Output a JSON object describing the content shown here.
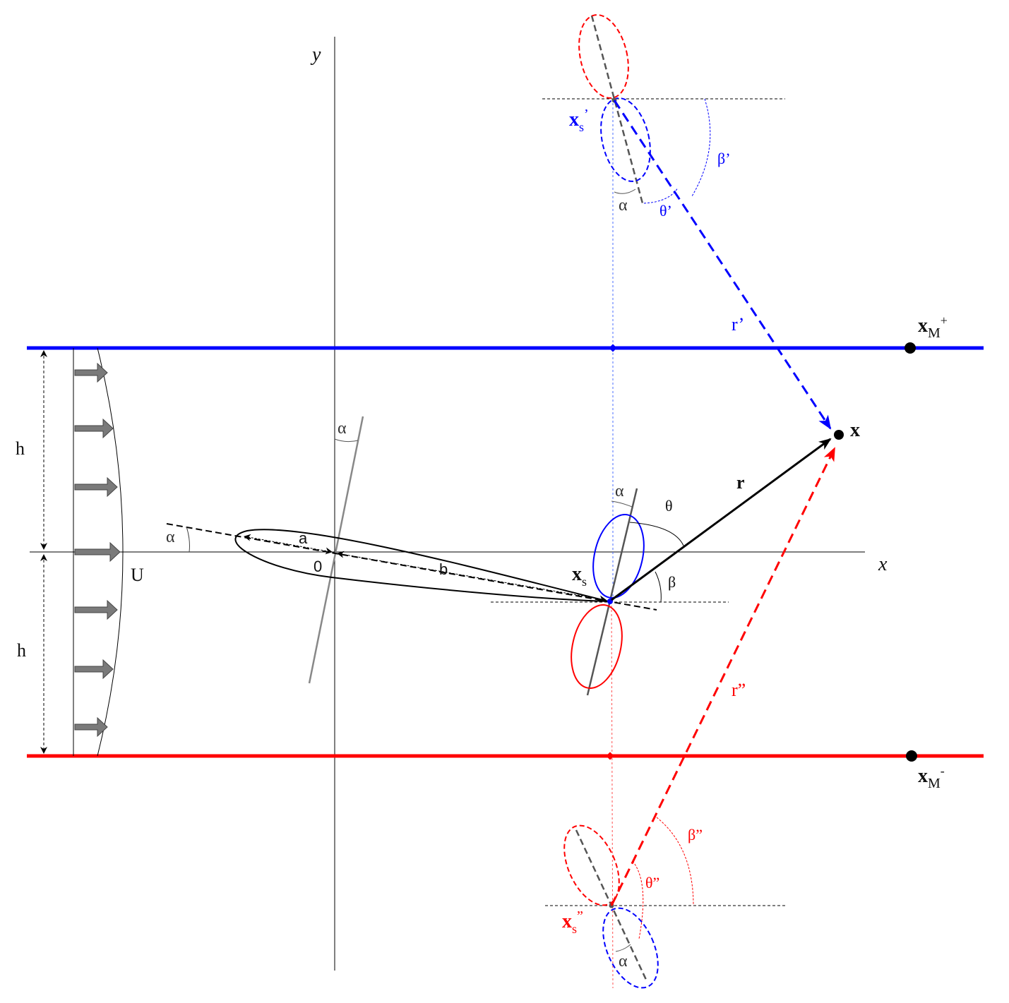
{
  "labels": {
    "y_axis": "y",
    "x_axis": "x",
    "h_upper": "h",
    "h_lower": "h",
    "flow_speed": "U",
    "origin": "0",
    "semi_a": "a",
    "semi_b": "b",
    "alpha_axis": "α",
    "alpha_wing": "α",
    "alpha_source": "α",
    "alpha_image_upper": "α",
    "alpha_image_lower": "α",
    "theta": "θ",
    "beta": "β",
    "theta_prime": "θ’",
    "beta_prime": "β’",
    "theta_dprime": "θ”",
    "beta_dprime": "β”",
    "r": "r",
    "r_prime": "r’",
    "r_dprime": "r”",
    "observer": "x",
    "source_main": "x",
    "source_main_sub": "s",
    "source_upper": "x",
    "source_upper_sub": "s",
    "source_upper_mark": "’",
    "source_lower": "x",
    "source_lower_sub": "s",
    "source_lower_mark": "”",
    "mic_upper": "x",
    "mic_upper_sub": "M",
    "mic_upper_sign": "+",
    "mic_lower": "x",
    "mic_lower_sub": "M",
    "mic_lower_sign": "-"
  },
  "colors": {
    "upper_wall": "#0000ff",
    "lower_wall": "#ff0000",
    "ink": "#000000",
    "gray": "#777777",
    "arrow_fill": "#7a7a7a"
  }
}
